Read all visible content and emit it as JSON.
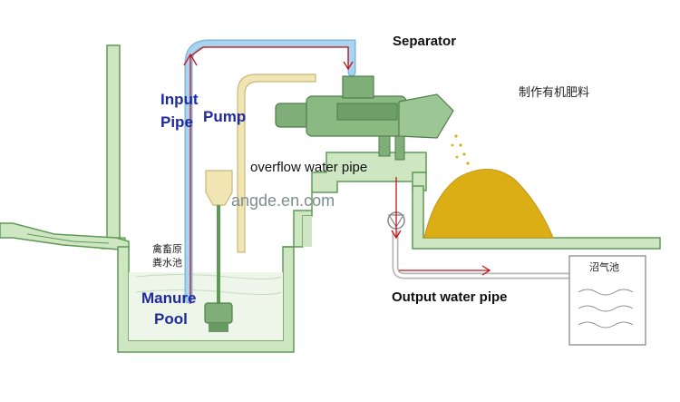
{
  "labels": {
    "separator": "Separator",
    "input_pipe_line1": "Input",
    "input_pipe_line2": "Pipe",
    "pump": "Pump",
    "overflow_water_pipe": "overflow water pipe",
    "manure_pool_line1": "Manure",
    "manure_pool_line2": "Pool",
    "output_water_pipe": "Output water pipe",
    "fertilizer_zh": "制作有机肥料",
    "raw_manure_pool_zh_line1": "禽畜原",
    "raw_manure_pool_zh_line2": "粪水池",
    "biogas_pool_zh": "沼气池",
    "watermark": "angde.en.com"
  },
  "colors": {
    "structure_fill": "#cfe6c3",
    "structure_stroke": "#5f9a55",
    "machine": "#7fae78",
    "input_pipe": "#a9d3ef",
    "flow_arrow": "#c0141c",
    "manure_pile": "#dcae16",
    "pump_body": "#f1e6b3",
    "label_blue": "#1f2a9e"
  }
}
